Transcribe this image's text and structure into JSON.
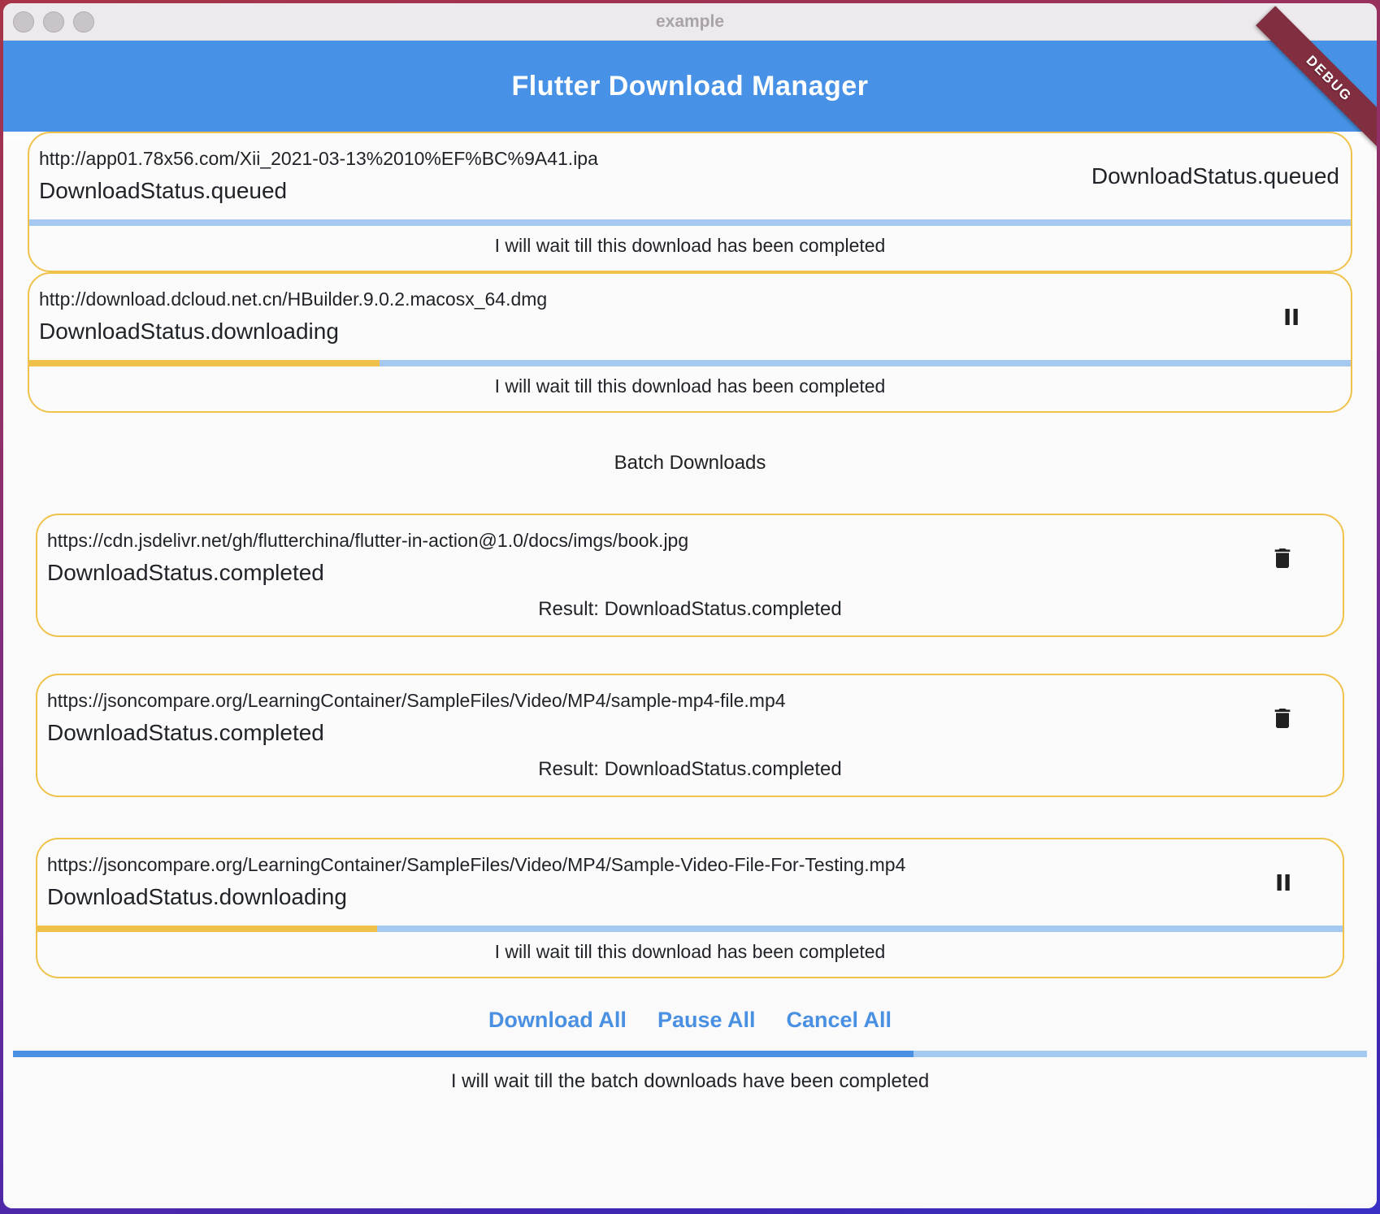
{
  "window": {
    "title": "example"
  },
  "app_bar": {
    "title": "Flutter Download Manager",
    "debug_label": "DEBUG"
  },
  "colors": {
    "app_bar_blue": "#4792e7",
    "card_border_amber": "#f0c24b",
    "progress_track_light_blue": "#a6c9f1",
    "progress_fill_yellow": "#efc04a",
    "progress_fill_blue": "#4a90e2",
    "debug_banner_maroon": "#802e40",
    "action_button_blue": "#4a90e2"
  },
  "downloads": [
    {
      "url": "http://app01.78x56.com/Xii_2021-03-13%2010%EF%BC%9A41.ipa",
      "status": "DownloadStatus.queued",
      "trailing_status": "DownloadStatus.queued",
      "progress": 0,
      "message": "I will wait till this download has been completed"
    },
    {
      "url": "http://download.dcloud.net.cn/HBuilder.9.0.2.macosx_64.dmg",
      "status": "DownloadStatus.downloading",
      "trailing_icon": "pause-icon",
      "progress": 0.265,
      "message": "I will wait till this download has been completed"
    }
  ],
  "batch": {
    "heading": "Batch Downloads",
    "items": [
      {
        "url": "https://cdn.jsdelivr.net/gh/flutterchina/flutter-in-action@1.0/docs/imgs/book.jpg",
        "status": "DownloadStatus.completed",
        "trailing_icon": "trash-icon",
        "result": "Result: DownloadStatus.completed"
      },
      {
        "url": "https://jsoncompare.org/LearningContainer/SampleFiles/Video/MP4/sample-mp4-file.mp4",
        "status": "DownloadStatus.completed",
        "trailing_icon": "trash-icon",
        "result": "Result: DownloadStatus.completed"
      },
      {
        "url": "https://jsoncompare.org/LearningContainer/SampleFiles/Video/MP4/Sample-Video-File-For-Testing.mp4",
        "status": "DownloadStatus.downloading",
        "trailing_icon": "pause-icon",
        "progress": 0.26,
        "message": "I will wait till this download has been completed"
      }
    ],
    "actions": [
      "Download All",
      "Pause All",
      "Cancel All"
    ],
    "progress": 0.665,
    "message": "I will wait till the batch downloads have been completed"
  }
}
